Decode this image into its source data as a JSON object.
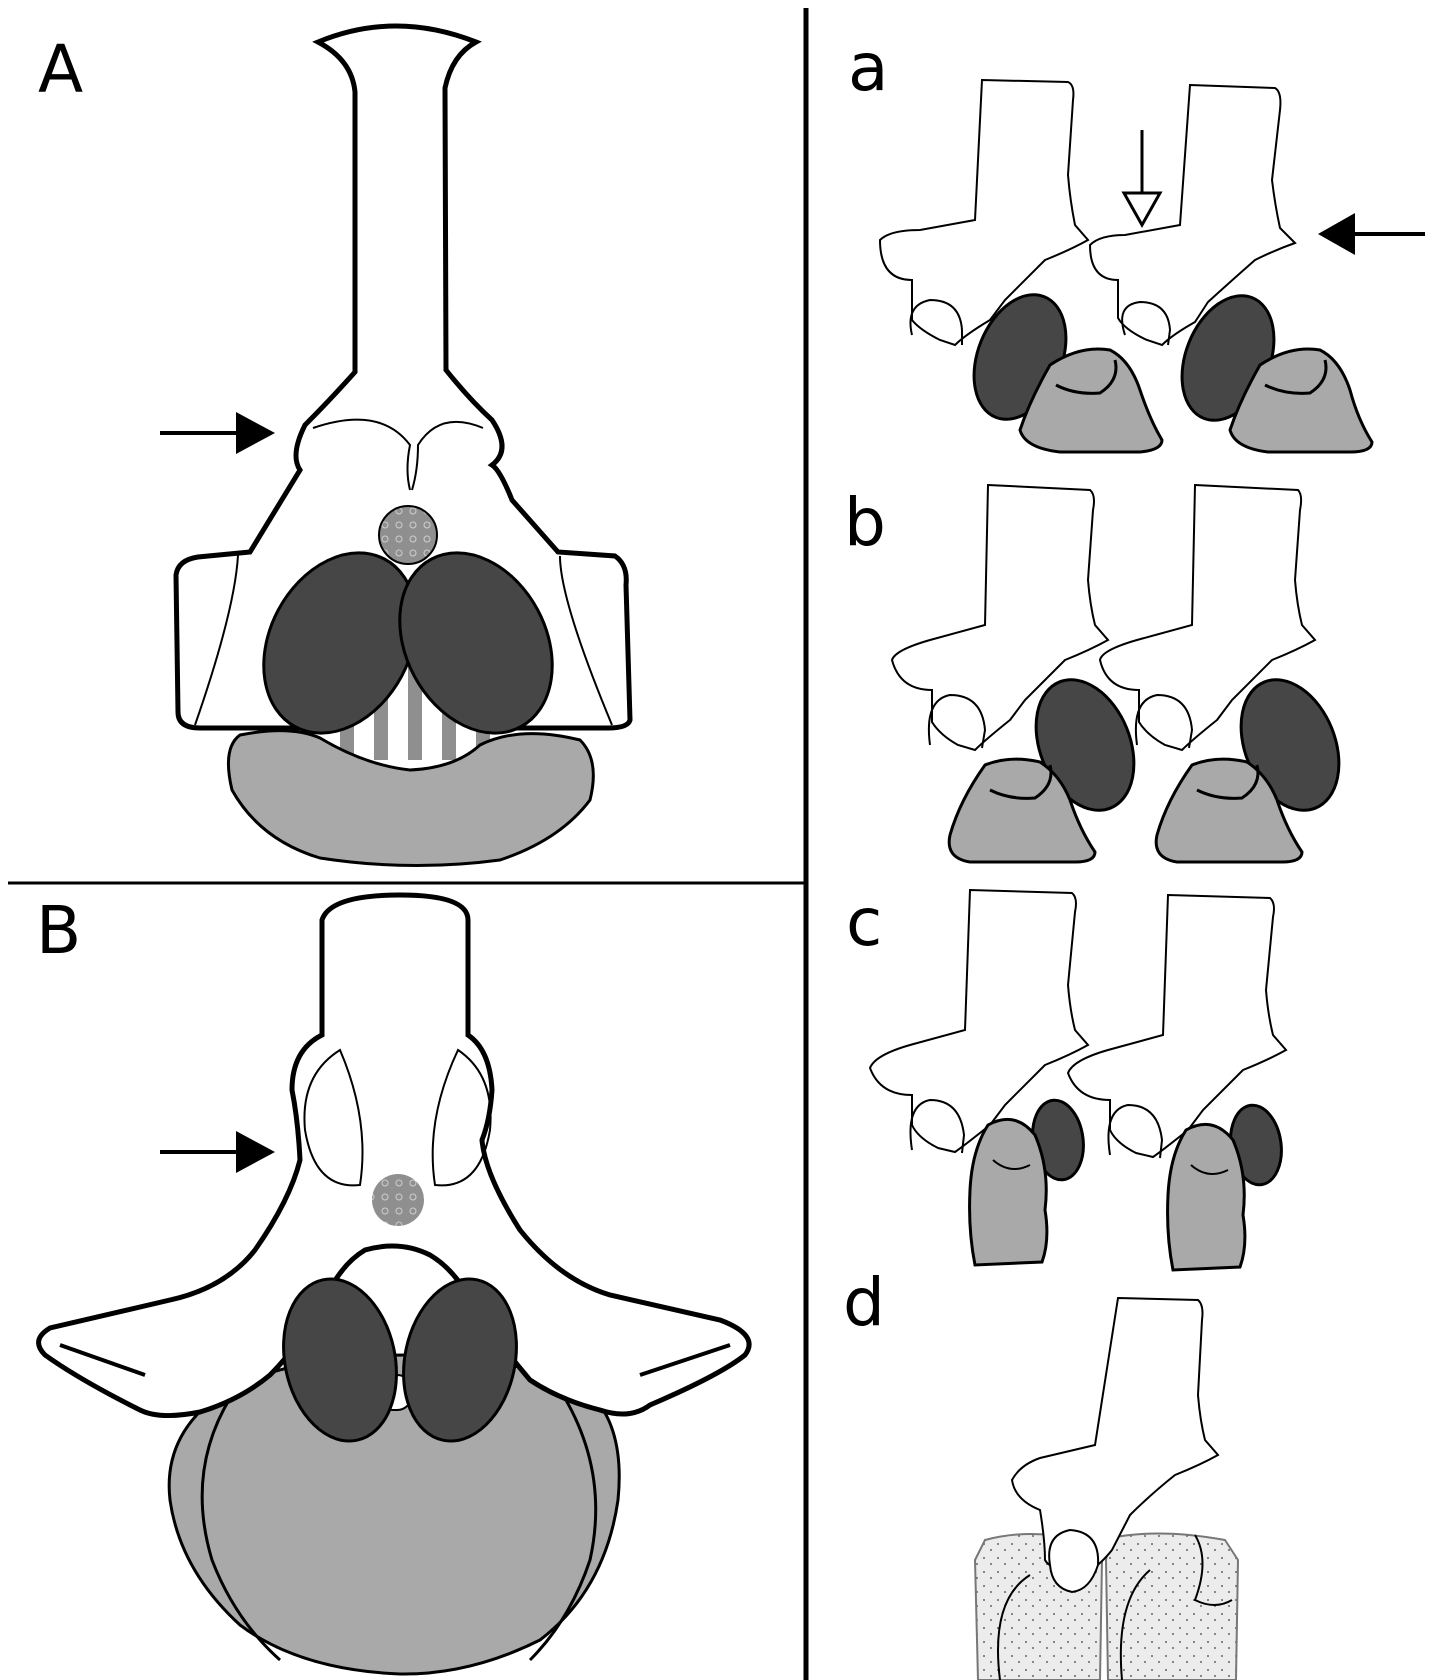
{
  "panels": {
    "A": "A",
    "B": "B",
    "a": "a",
    "b": "b",
    "c": "c",
    "d": "d"
  },
  "colors": {
    "background": "#ffffff",
    "outline": "#000000",
    "dark_fill": "#464646",
    "mid_fill": "#a9a9a9",
    "stipple_fill": "#ececec"
  },
  "icons": [
    "arrow-right-filled-icon",
    "arrow-down-open-icon",
    "arrow-left-filled-icon"
  ]
}
